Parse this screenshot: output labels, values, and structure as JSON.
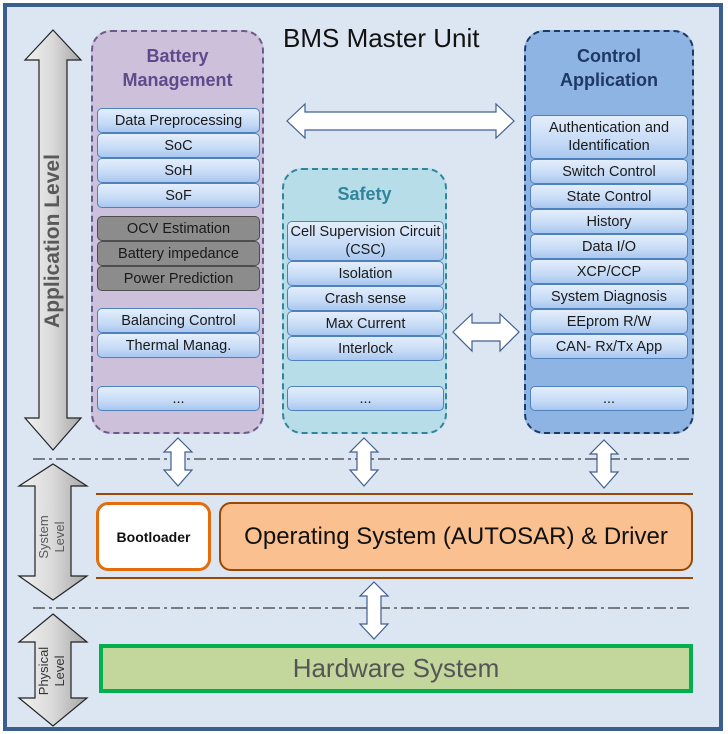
{
  "title": "BMS Master Unit",
  "levels": {
    "application": "Application Level",
    "system": [
      "System",
      "Level"
    ],
    "physical": [
      "Physical",
      "Level"
    ]
  },
  "battery_management": {
    "title": [
      "Battery",
      "Management"
    ],
    "items_top": [
      "Data Preprocessing",
      "SoC",
      "SoH",
      "SoF"
    ],
    "items_gray": [
      "OCV Estimation",
      "Battery impedance",
      "Power Prediction"
    ],
    "items_bottom": [
      "Balancing Control",
      "Thermal Manag."
    ],
    "more": "..."
  },
  "safety": {
    "title": "Safety",
    "items": [
      "Cell Supervision Circuit (CSC)",
      "Isolation",
      "Crash sense",
      "Max Current",
      "Interlock"
    ],
    "more": "..."
  },
  "control_application": {
    "title": [
      "Control",
      "Application"
    ],
    "items": [
      "Authentication and Identification",
      "Switch Control",
      "State Control",
      "History",
      "Data I/O",
      "XCP/CCP",
      "System Diagnosis",
      "EEprom R/W",
      "CAN- Rx/Tx App"
    ],
    "more": "..."
  },
  "system_layer": {
    "bootloader": "Bootloader",
    "os": "Operating System (AUTOSAR) & Driver"
  },
  "physical_layer": {
    "hardware": "Hardware System"
  },
  "colors": {
    "frame_border": "#3a5f8f",
    "background": "#dce6f2",
    "battery_mgmt_fill": "#ccc0da",
    "safety_fill": "#b7dee8",
    "control_fill": "#8db4e2",
    "bootloader_border": "#e46c0a",
    "os_fill": "#fac090",
    "hardware_fill": "#c3d69b",
    "hardware_border": "#00b050"
  }
}
